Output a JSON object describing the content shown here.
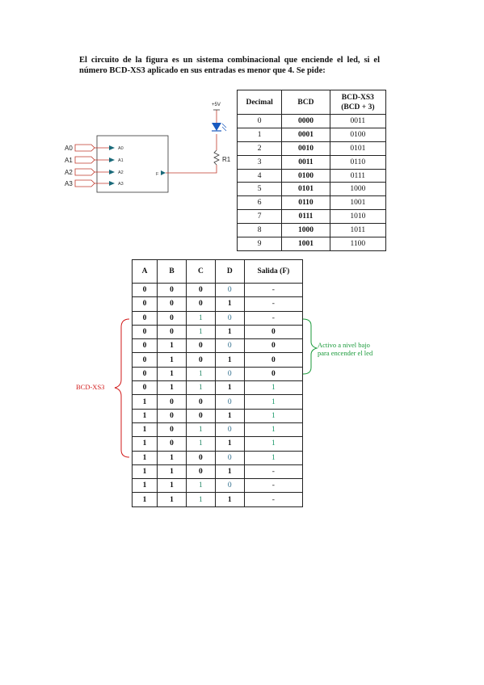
{
  "problem_text": "El circuito de la figura es un sistema combinacional que enciende el led, si el número BCD-XS3 aplicado en sus entradas es menor que 4.  Se pide:",
  "circuit": {
    "inputs": [
      "A0",
      "A1",
      "A2",
      "A3"
    ],
    "pins": [
      "A0",
      "A1",
      "A2",
      "A3"
    ],
    "output_pin": "F",
    "resistor": "R1",
    "supply": "+5V"
  },
  "code_table": {
    "headers": [
      "Decimal",
      "BCD",
      "BCD-XS3\n(BCD + 3)"
    ],
    "rows": [
      [
        "0",
        "0000",
        "0011"
      ],
      [
        "1",
        "0001",
        "0100"
      ],
      [
        "2",
        "0010",
        "0101"
      ],
      [
        "3",
        "0011",
        "0110"
      ],
      [
        "4",
        "0100",
        "0111"
      ],
      [
        "5",
        "0101",
        "1000"
      ],
      [
        "6",
        "0110",
        "1001"
      ],
      [
        "7",
        "0111",
        "1010"
      ],
      [
        "8",
        "1000",
        "1011"
      ],
      [
        "9",
        "1001",
        "1100"
      ]
    ]
  },
  "truth_table": {
    "headers": [
      "A",
      "B",
      "C",
      "D",
      "Salida (F)"
    ],
    "rows": [
      [
        "0",
        "0",
        "0",
        "0",
        "-"
      ],
      [
        "0",
        "0",
        "0",
        "1",
        "-"
      ],
      [
        "0",
        "0",
        "1",
        "0",
        "-"
      ],
      [
        "0",
        "0",
        "1",
        "1",
        "0"
      ],
      [
        "0",
        "1",
        "0",
        "0",
        "0"
      ],
      [
        "0",
        "1",
        "0",
        "1",
        "0"
      ],
      [
        "0",
        "1",
        "1",
        "0",
        "0"
      ],
      [
        "0",
        "1",
        "1",
        "1",
        "1"
      ],
      [
        "1",
        "0",
        "0",
        "0",
        "1"
      ],
      [
        "1",
        "0",
        "0",
        "1",
        "1"
      ],
      [
        "1",
        "0",
        "1",
        "0",
        "1"
      ],
      [
        "1",
        "0",
        "1",
        "1",
        "1"
      ],
      [
        "1",
        "1",
        "0",
        "0",
        "1"
      ],
      [
        "1",
        "1",
        "0",
        "1",
        "-"
      ],
      [
        "1",
        "1",
        "1",
        "0",
        "-"
      ],
      [
        "1",
        "1",
        "1",
        "1",
        "-"
      ]
    ]
  },
  "annotations": {
    "bcd_xs3_label": "BCD-XS3",
    "active_note": "Activo a nivel bajo para encender el led",
    "colors": {
      "red": "#d21a1a",
      "green": "#1a9a3a"
    }
  }
}
